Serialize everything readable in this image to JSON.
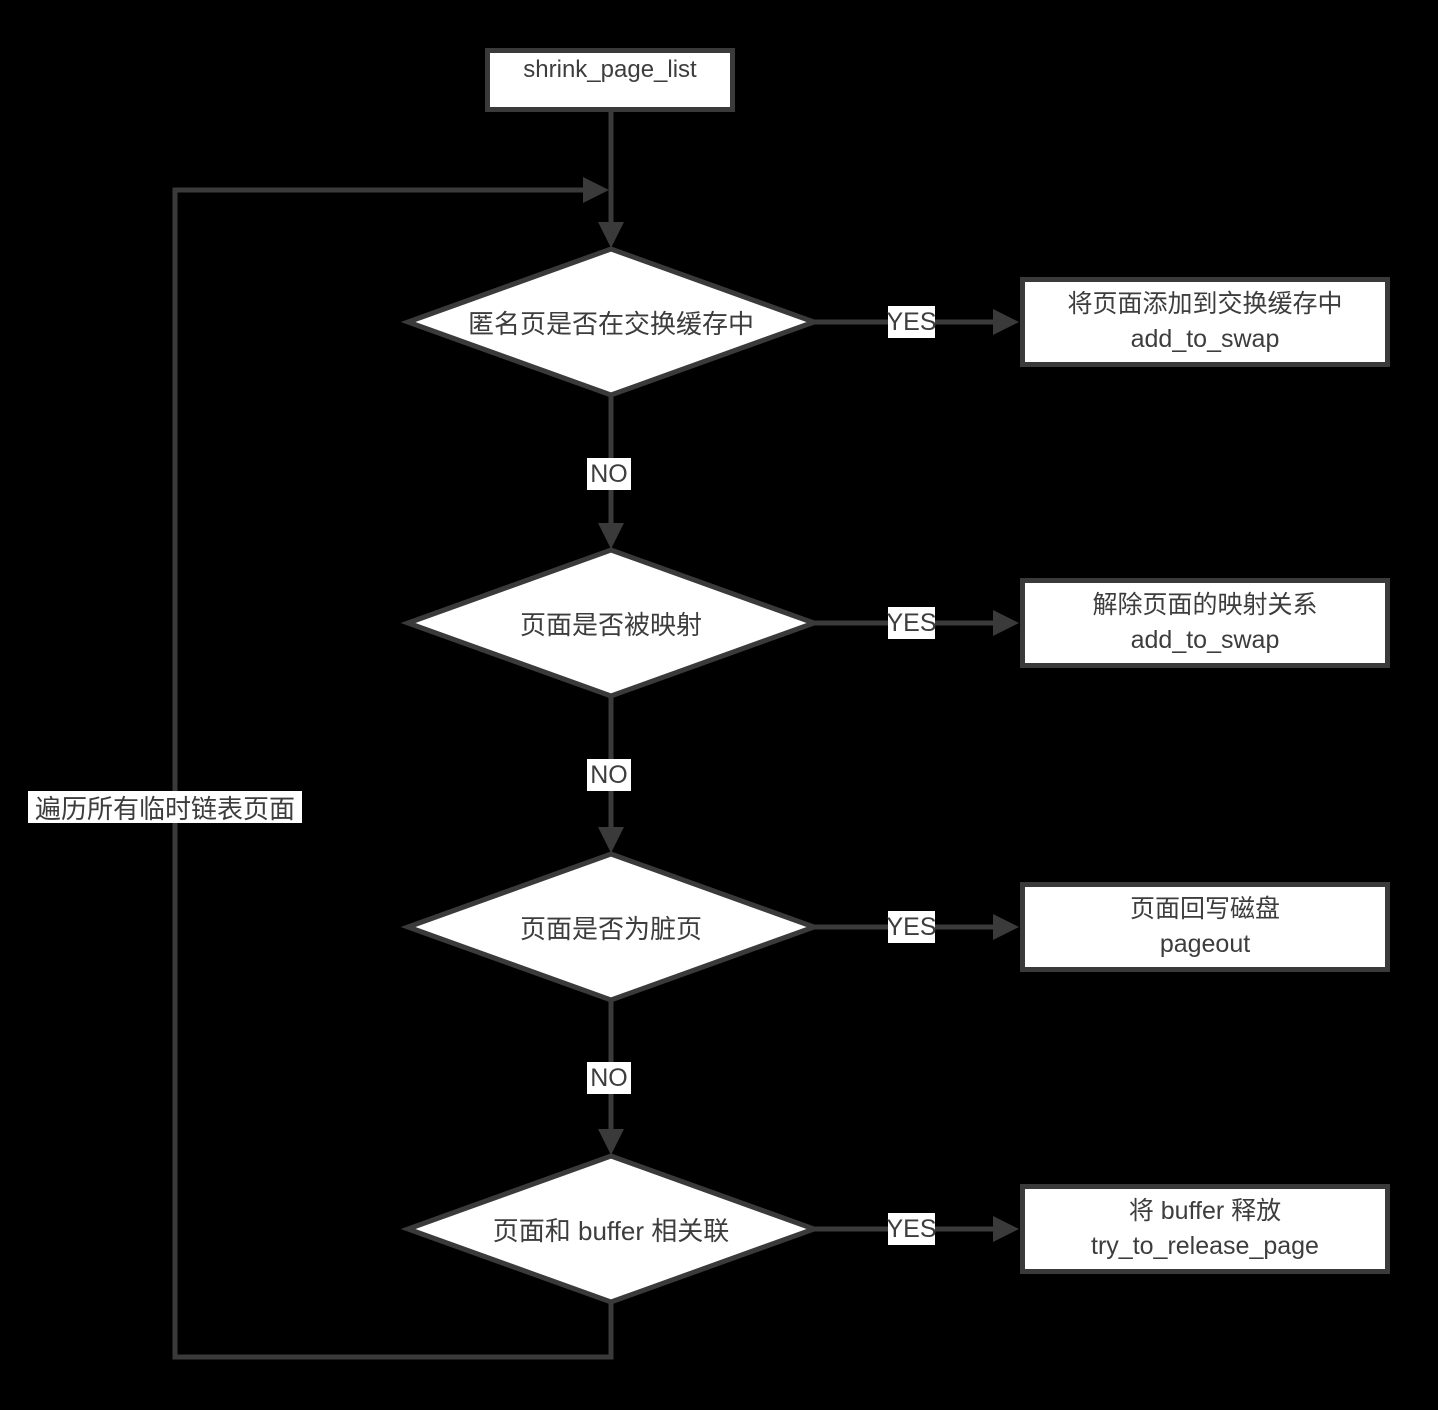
{
  "flow": {
    "start": {
      "label": "shrink_page_list"
    },
    "decisions": [
      {
        "label": "匿名页是否在交换缓存中"
      },
      {
        "label": "页面是否被映射"
      },
      {
        "label": "页面是否为脏页"
      },
      {
        "label": "页面和 buffer 相关联"
      }
    ],
    "actions": [
      {
        "line1": "将页面添加到交换缓存中",
        "line2": "add_to_swap"
      },
      {
        "line1": "解除页面的映射关系",
        "line2": "add_to_swap"
      },
      {
        "line1": "页面回写磁盘",
        "line2": "pageout"
      },
      {
        "line1": "将 buffer 释放",
        "line2": "try_to_release_page"
      }
    ],
    "labels": {
      "yes": "YES",
      "no": "NO",
      "loop": "遍历所有临时链表页面"
    }
  },
  "colors": {
    "background": "#000000",
    "node_fill": "#ffffff",
    "line": "#3a3a3a",
    "text": "#3d3d3d"
  }
}
